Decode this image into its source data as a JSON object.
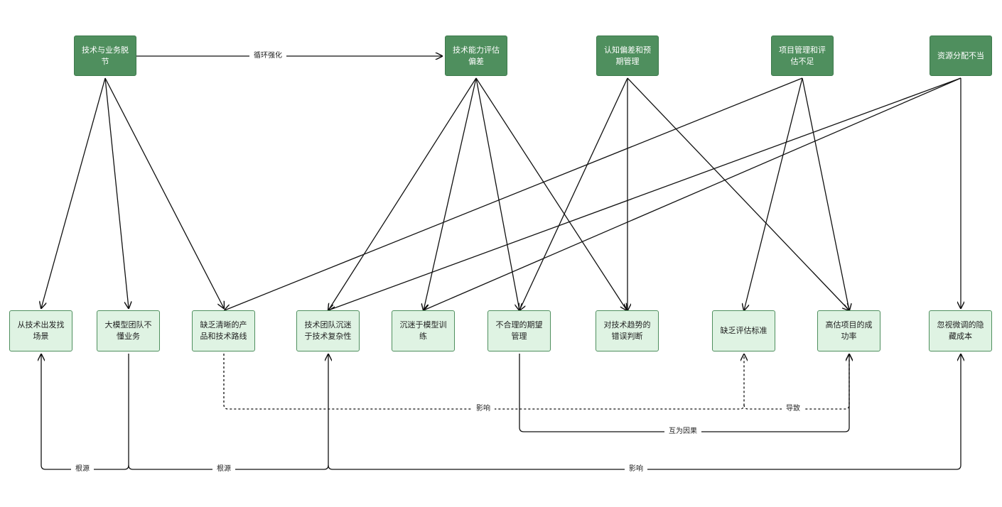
{
  "nodes": {
    "top_1": "技术与业务脱节",
    "top_2": "技术能力评估偏差",
    "top_3": "认知偏差和预期管理",
    "top_4": "项目管理和评估不足",
    "top_5": "资源分配不当",
    "bottom_1": "从技术出发找场景",
    "bottom_2": "大模型团队不懂业务",
    "bottom_3": "缺乏清晰的产品和技术路线",
    "bottom_4": "技术团队沉迷于技术复杂性",
    "bottom_5": "沉迷于模型训练",
    "bottom_6": "不合理的期望管理",
    "bottom_7": "对技术趋势的错误判断",
    "bottom_8": "缺乏评估标准",
    "bottom_9": "高估项目的成功率",
    "bottom_10": "忽视微调的隐藏成本"
  },
  "edge_labels": {
    "loop": "循环强化",
    "influence_1": "影响",
    "leads_to": "导致",
    "mutual": "互为因果",
    "root_1": "根源",
    "root_2": "根源",
    "influence_2": "影响"
  },
  "colors": {
    "dark_node": "#4f8f5e",
    "light_node": "#dff3e3",
    "edge": "#111111"
  }
}
